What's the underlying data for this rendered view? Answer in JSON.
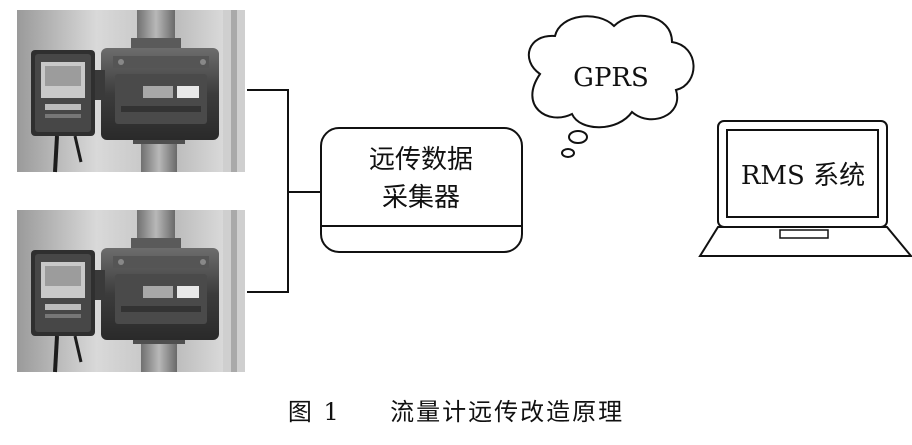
{
  "diagram": {
    "collector_label_line1": "远传数据",
    "collector_label_line2": "采集器",
    "cloud_label": "GPRS",
    "laptop_label": "RMS 系统"
  },
  "caption": {
    "figure_number": "图 1",
    "title": "流量计远传改造原理"
  }
}
